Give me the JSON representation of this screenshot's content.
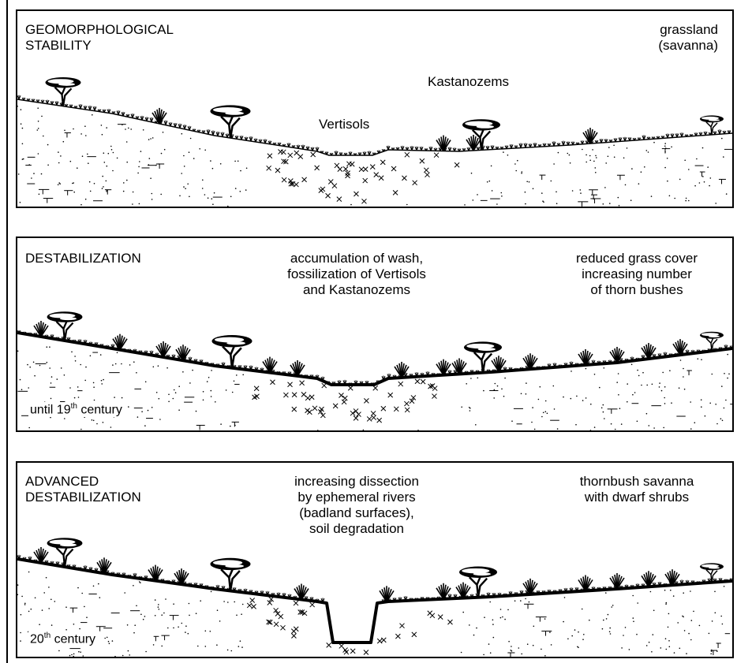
{
  "panels": [
    {
      "title": "GEOMORPHOLOGICAL\nSTABILITY",
      "center_label": "Vertisols",
      "upper_label": "Kastanozems",
      "right_label": "grassland\n(savanna)"
    },
    {
      "title": "DESTABILIZATION",
      "center_label": "accumulation of wash,\nfossilization of Vertisols\nand Kastanozems",
      "right_label": "reduced grass cover\nincreasing number\nof thorn bushes",
      "era_prefix": "until 19",
      "era_sup": "th",
      "era_suffix": " century"
    },
    {
      "title": "ADVANCED\nDESTABILIZATION",
      "center_label": "increasing dissection\nby ephemeral rivers\n(badland surfaces),\nsoil degradation",
      "right_label": "thornbush savanna\nwith dwarf shrubs",
      "era_prefix": "20",
      "era_sup": "th",
      "era_suffix": " century"
    }
  ]
}
